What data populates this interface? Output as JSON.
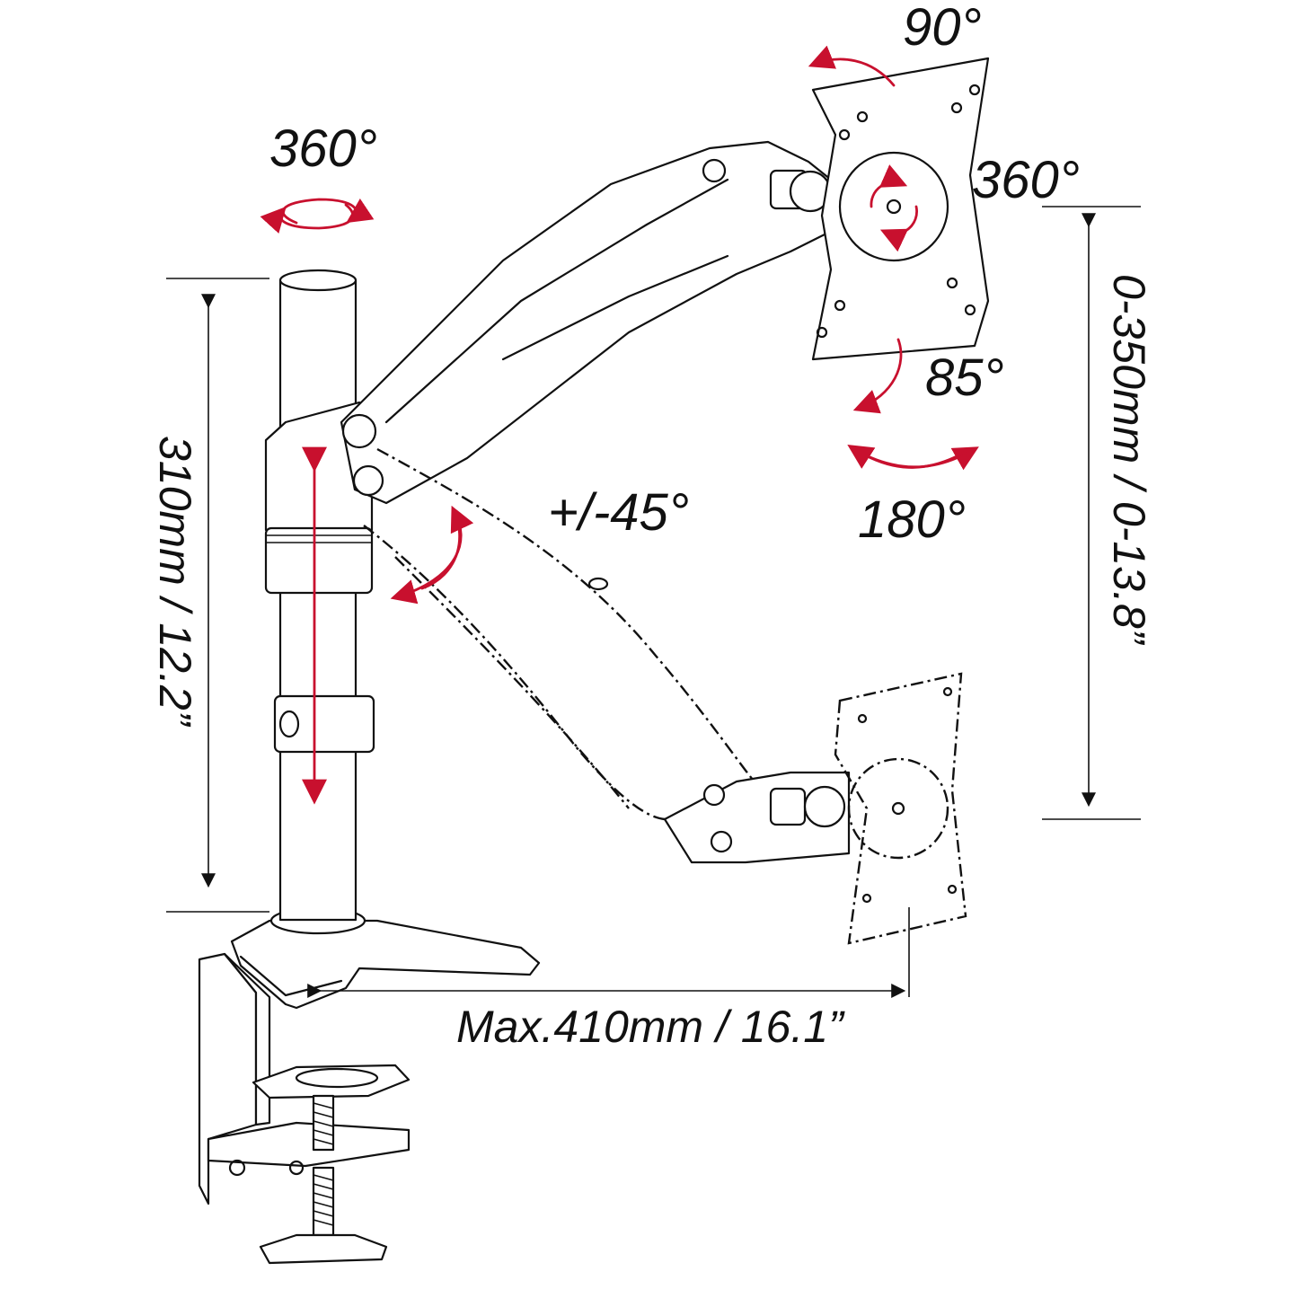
{
  "labels": {
    "tilt_top": "90°",
    "swivel_pole": "360°",
    "rotate_plate": "360°",
    "tilt_lower": "85°",
    "swivel_plate": "180°",
    "arm_tilt": "+/-45°",
    "height_range": "0-350mm / 0-13.8”",
    "pole_height": "310mm / 12.2”",
    "reach": "Max.410mm / 16.1”"
  },
  "colors": {
    "line": "#111111",
    "arrow": "#c8102e",
    "background": "#ffffff"
  }
}
